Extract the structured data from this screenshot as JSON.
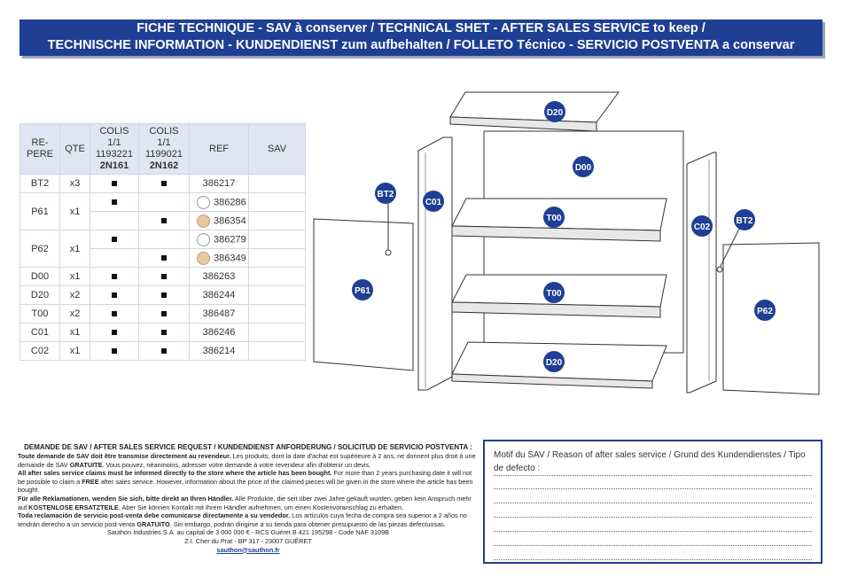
{
  "header": {
    "line1": "FICHE TECHNIQUE - SAV à conserver / TECHNICAL SHET - AFTER SALES SERVICE to keep /",
    "line2": "TECHNISCHE INFORMATION - KUNDENDIENST zum aufbehalten  / FOLLETO Técnico - SERVICIO POSTVENTA a conservar"
  },
  "table": {
    "h_repere": "RE-PERE",
    "h_qte": "QTE",
    "h_colis1": [
      "COLIS",
      "1/1",
      "1193221"
    ],
    "h_colis1_code": "2N161",
    "h_colis2": [
      "COLIS",
      "1/1",
      "1199021"
    ],
    "h_colis2_code": "2N162",
    "h_ref": "REF",
    "h_sav": "SAV",
    "rows": [
      {
        "repere": "BT2",
        "qte": "x3",
        "c1": true,
        "c2": true,
        "refs": [
          "386217"
        ],
        "swatch": [
          ""
        ]
      },
      {
        "repere": "P61",
        "qte": "x1",
        "c1": true,
        "c2": true,
        "refs": [
          "386286",
          "386354"
        ],
        "swatch": [
          "white",
          "beige"
        ]
      },
      {
        "repere": "P62",
        "qte": "x1",
        "c1": true,
        "c2": true,
        "refs": [
          "386279",
          "386349"
        ],
        "swatch": [
          "white",
          "beige"
        ]
      },
      {
        "repere": "D00",
        "qte": "x1",
        "c1": true,
        "c2": true,
        "refs": [
          "386263"
        ],
        "swatch": [
          ""
        ]
      },
      {
        "repere": "D20",
        "qte": "x2",
        "c1": true,
        "c2": true,
        "refs": [
          "386244"
        ],
        "swatch": [
          ""
        ]
      },
      {
        "repere": "T00",
        "qte": "x2",
        "c1": true,
        "c2": true,
        "refs": [
          "386487"
        ],
        "swatch": [
          ""
        ]
      },
      {
        "repere": "C01",
        "qte": "x1",
        "c1": true,
        "c2": true,
        "refs": [
          "386246"
        ],
        "swatch": [
          ""
        ]
      },
      {
        "repere": "C02",
        "qte": "x1",
        "c1": true,
        "c2": true,
        "refs": [
          "386214"
        ],
        "swatch": [
          ""
        ]
      }
    ]
  },
  "diagram_labels": {
    "d20_top": "D20",
    "d00": "D00",
    "t00_a": "T00",
    "t00_b": "T00",
    "d20_bottom": "D20",
    "c01": "C01",
    "c02": "C02",
    "bt2_left": "BT2",
    "bt2_right": "BT2",
    "p61": "P61",
    "p62": "P62"
  },
  "request": {
    "title": "DEMANDE DE SAV / AFTER SALES SERVICE REQUEST / KUNDENDIENST ANFORDERUNG / SOLICITUD DE SERVICIO POSTVENTA :",
    "fr_bold": "Toute demande de SAV doit être transmise directement au revendeur.",
    "fr_text": " Les produits, dont la date d'achat est supérieure à 2 ans, ne donnent plus droit à une demande de SAV ",
    "fr_bold2": "GRATUITE",
    "fr_text2": ". Vous pouvez, néanmoins, adresser votre demande à votre revendeur afin d'obtenir un devis.",
    "en_bold": "All after sales service claims must be informed directly to the store where the article has been bought.",
    "en_text": " For more than 2 years purchasing date it will not be possible to claim a ",
    "en_bold2": "FREE",
    "en_text2": " after sales service. However, information about the price of the claimed pieces will be given in the store where the article has been bought.",
    "de_bold": "Für alle Reklamationen, wenden Sie sich, bitte direkt an Ihren Händler.",
    "de_text": " Alle Produkte, die seit über zwei Jahre gekauft wurden, geben kein Anspruch mehr auf ",
    "de_bold2": "KOSTENLOSE ERSATZTEILE",
    "de_text2": ". Aber Sie können Kontakt mit Ihrem Händler aufnehmen, um einen Kostenvoranschlag zu erhalten.",
    "es_bold": "Toda reclamación de servicio post-venta debe comunicarse directamente a su vendedor.",
    "es_text": " Los artículos cuya fecha de compra sea superior a 2 años no tendrán derecho a un servicio post-venta ",
    "es_bold2": "GRATUITO",
    "es_text2": ". Sin embargo, podrán dirigirse a su tienda para obtener presupuesto de las piezas defectuosas.",
    "company1": "Sauthon Industries S.A. au capital de 3 000 000 € - RCS Guéret B 421 195298 - Code NAF 3109B",
    "company2": "Z.I. Cher du Prat - BP 317 - 23007 GUÉRET",
    "email": "sauthon@sauthon.fr"
  },
  "reason": {
    "label": "Motif du SAV / Reason of after sales service / Grund des Kundendienstes / Tipo de defecto :"
  }
}
